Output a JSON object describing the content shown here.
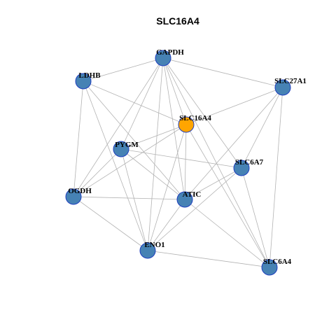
{
  "title": "SLC16A4",
  "colors": {
    "edge": "#b3b3b3",
    "node_fill": "#4682b4",
    "node_stroke": "#1f3fbf",
    "highlight_fill": "#ffa500",
    "label": "#000000",
    "title": "#000000"
  },
  "nodes": [
    {
      "id": "GAPDH",
      "label": "GAPDH",
      "highlight": false
    },
    {
      "id": "LDHB",
      "label": "LDHB",
      "highlight": false
    },
    {
      "id": "SLC27A1",
      "label": "SLC27A1",
      "highlight": false
    },
    {
      "id": "SLC16A4",
      "label": "SLC16A4",
      "highlight": true
    },
    {
      "id": "PYGM",
      "label": "PYGM",
      "highlight": false
    },
    {
      "id": "SLC6A7",
      "label": "SLC6A7",
      "highlight": false
    },
    {
      "id": "OGDH",
      "label": "OGDH",
      "highlight": false
    },
    {
      "id": "ATIC",
      "label": "ATIC",
      "highlight": false
    },
    {
      "id": "ENO1",
      "label": "ENO1",
      "highlight": false
    },
    {
      "id": "SLC6A4",
      "label": "SLC6A4",
      "highlight": false
    }
  ],
  "edges": [
    [
      "GAPDH",
      "LDHB"
    ],
    [
      "GAPDH",
      "SLC27A1"
    ],
    [
      "GAPDH",
      "SLC16A4"
    ],
    [
      "GAPDH",
      "PYGM"
    ],
    [
      "GAPDH",
      "OGDH"
    ],
    [
      "GAPDH",
      "ATIC"
    ],
    [
      "GAPDH",
      "ENO1"
    ],
    [
      "GAPDH",
      "SLC6A7"
    ],
    [
      "GAPDH",
      "SLC6A4"
    ],
    [
      "LDHB",
      "SLC16A4"
    ],
    [
      "LDHB",
      "OGDH"
    ],
    [
      "LDHB",
      "ATIC"
    ],
    [
      "LDHB",
      "ENO1"
    ],
    [
      "SLC27A1",
      "SLC16A4"
    ],
    [
      "SLC27A1",
      "SLC6A7"
    ],
    [
      "SLC27A1",
      "ATIC"
    ],
    [
      "SLC27A1",
      "SLC6A4"
    ],
    [
      "SLC16A4",
      "PYGM"
    ],
    [
      "SLC16A4",
      "OGDH"
    ],
    [
      "SLC16A4",
      "ATIC"
    ],
    [
      "SLC16A4",
      "ENO1"
    ],
    [
      "SLC16A4",
      "SLC6A4"
    ],
    [
      "PYGM",
      "SLC6A7"
    ],
    [
      "PYGM",
      "OGDH"
    ],
    [
      "PYGM",
      "ATIC"
    ],
    [
      "PYGM",
      "ENO1"
    ],
    [
      "SLC6A7",
      "ATIC"
    ],
    [
      "SLC6A7",
      "ENO1"
    ],
    [
      "SLC6A7",
      "SLC6A4"
    ],
    [
      "OGDH",
      "ATIC"
    ],
    [
      "OGDH",
      "ENO1"
    ],
    [
      "ATIC",
      "ENO1"
    ],
    [
      "ATIC",
      "SLC6A4"
    ],
    [
      "ENO1",
      "SLC6A4"
    ]
  ]
}
